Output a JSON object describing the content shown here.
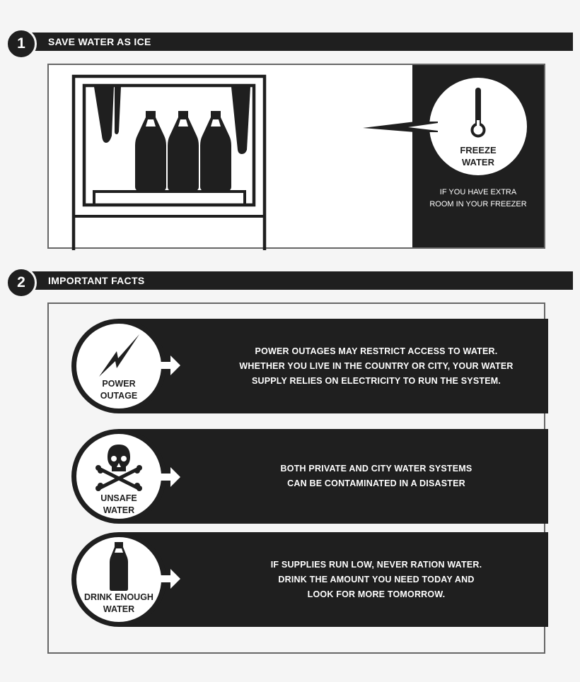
{
  "sections": [
    {
      "number": "1",
      "title": "SAVE WATER AS ICE",
      "callout": {
        "icon": "thermometer-icon",
        "label_line1": "FREEZE",
        "label_line2": "WATER",
        "note_line1": "IF YOU HAVE EXTRA",
        "note_line2": "ROOM IN YOUR FREEZER"
      },
      "illustration": "freezer-with-bottles-and-icicles"
    },
    {
      "number": "2",
      "title": "IMPORTANT FACTS",
      "facts": [
        {
          "icon": "lightning-bolt-icon",
          "label_line1": "POWER",
          "label_line2": "OUTAGE",
          "text_lines": [
            "POWER OUTAGES MAY RESTRICT ACCESS TO WATER.",
            "WHETHER YOU LIVE IN THE COUNTRY OR CITY, YOUR WATER",
            "SUPPLY RELIES ON ELECTRICITY TO RUN THE SYSTEM."
          ]
        },
        {
          "icon": "skull-crossbones-icon",
          "label_line1": "UNSAFE",
          "label_line2": "WATER",
          "text_lines": [
            "BOTH PRIVATE AND CITY WATER SYSTEMS",
            "CAN BE CONTAMINATED IN A DISASTER"
          ]
        },
        {
          "icon": "water-bottle-icon",
          "label_line1": "DRINK ENOUGH",
          "label_line2": "WATER",
          "text_lines": [
            "IF SUPPLIES RUN LOW, NEVER RATION WATER.",
            "DRINK THE AMOUNT YOU NEED TODAY AND",
            "LOOK FOR MORE TOMORROW."
          ]
        }
      ]
    }
  ],
  "colors": {
    "background": "#f5f5f5",
    "dark": "#1f1f1f",
    "light": "#ffffff",
    "border": "#666666"
  }
}
